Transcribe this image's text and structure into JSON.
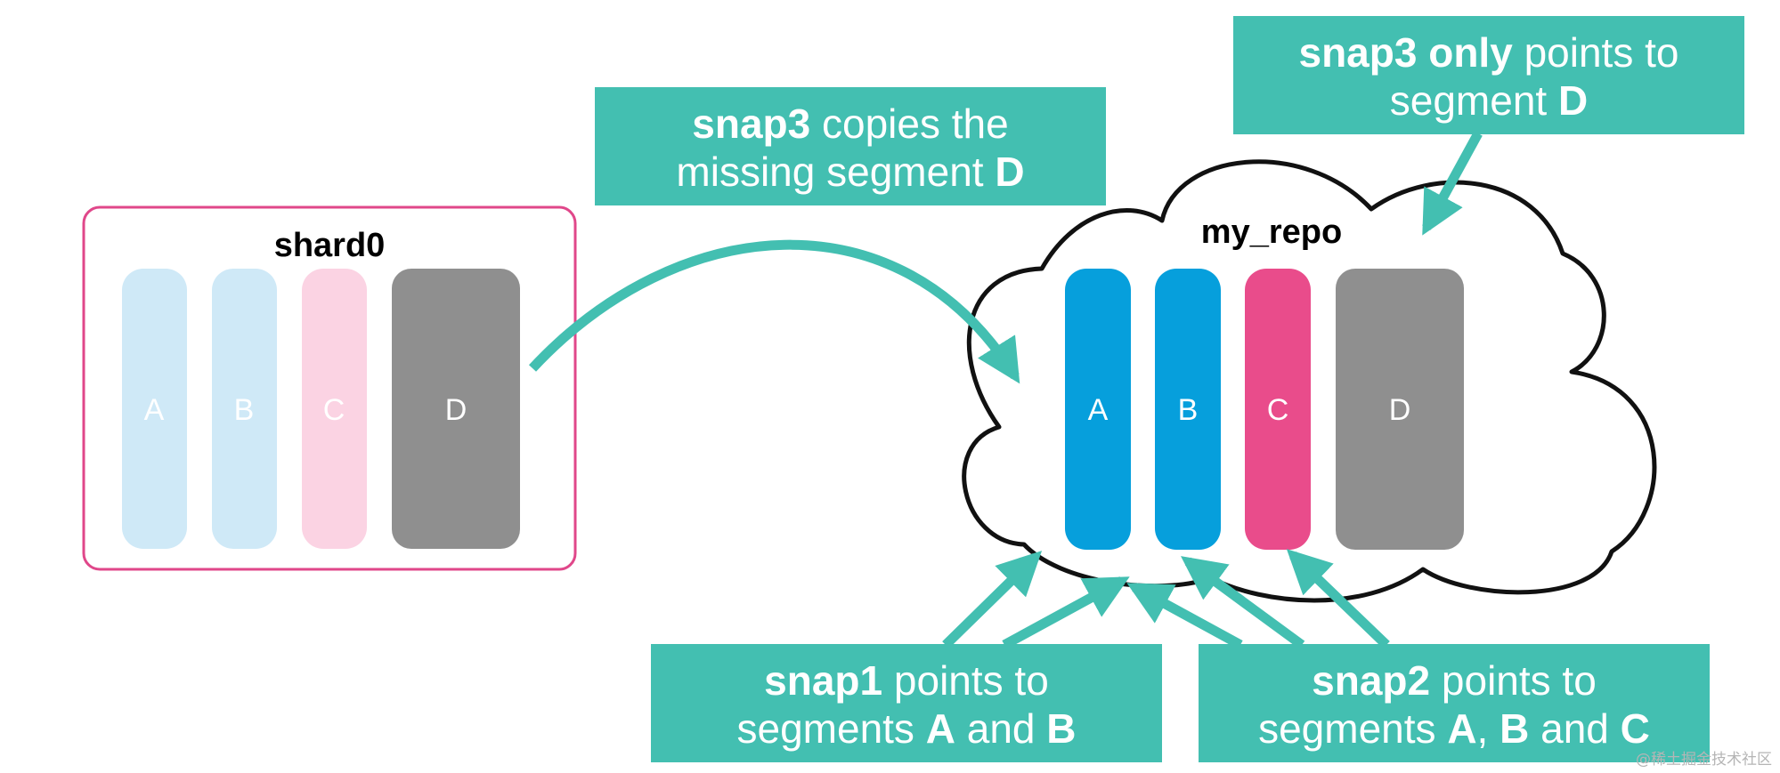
{
  "shard": {
    "title": "shard0",
    "segments": [
      {
        "letter": "A",
        "color": "#cfe9f7"
      },
      {
        "letter": "B",
        "color": "#cfe9f7"
      },
      {
        "letter": "C",
        "color": "#fbd3e3"
      },
      {
        "letter": "D",
        "color": "#8f8f8f"
      }
    ],
    "border_color": "#e0478a"
  },
  "repo": {
    "title": "my_repo",
    "segments": [
      {
        "letter": "A",
        "color": "#069fdc"
      },
      {
        "letter": "B",
        "color": "#069fdc"
      },
      {
        "letter": "C",
        "color": "#e94c8b"
      },
      {
        "letter": "D",
        "color": "#8f8f8f"
      }
    ]
  },
  "colors": {
    "teal": "#43bfb1",
    "cloud_stroke": "#111111"
  },
  "callouts": {
    "copy": {
      "line1_bold": "snap3",
      "line1_rest": " copies the",
      "line2_rest": "missing segment ",
      "line2_bold": "D"
    },
    "snap3": {
      "line1_bold": "snap3 only",
      "line1_rest": " points to",
      "line2_rest": "segment ",
      "line2_bold": "D"
    },
    "snap1": {
      "line1_bold": "snap1",
      "line1_rest": " points to",
      "line2_rest": "segments ",
      "line2_b1": "A",
      "line2_and": " and ",
      "line2_b2": "B"
    },
    "snap2": {
      "line1_bold": "snap2",
      "line1_rest": " points to",
      "line2_rest": "segments ",
      "line2_b1": "A",
      "line2_comma": ", ",
      "line2_b2": "B",
      "line2_and": " and ",
      "line2_b3": "C"
    }
  },
  "watermark": "@稀土掘金技术社区"
}
